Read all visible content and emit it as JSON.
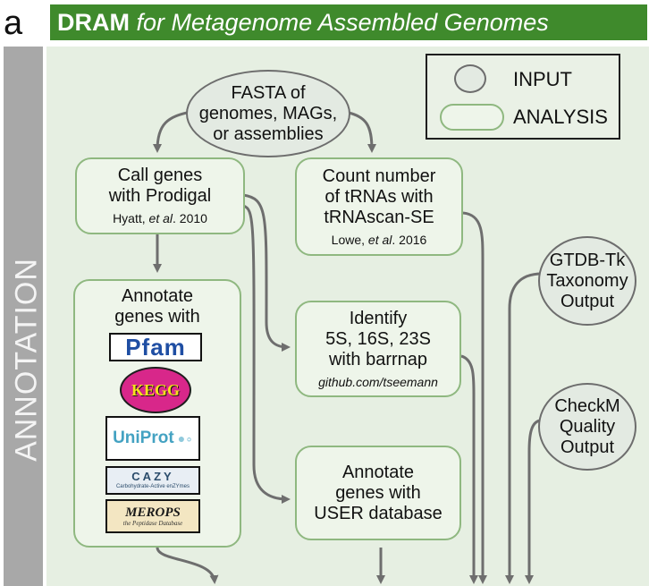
{
  "panel_letter": "a",
  "title": {
    "bold": "DRAM",
    "italic": "for Metagenome Assembled Genomes"
  },
  "side_label": "ANNOTATION",
  "legend": {
    "input": "INPUT",
    "analysis": "ANALYSIS"
  },
  "nodes": {
    "fasta": {
      "lines": [
        "FASTA of",
        "genomes, MAGs,",
        "or assemblies"
      ]
    },
    "prodigal": {
      "lines": [
        "Call genes",
        "with Prodigal"
      ],
      "cite_pre": "Hyatt, ",
      "cite_em": "et al",
      "cite_post": ". 2010"
    },
    "trna": {
      "lines": [
        "Count number",
        "of tRNAs with",
        "tRNAscan-SE"
      ],
      "cite_pre": "Lowe, ",
      "cite_em": "et al",
      "cite_post": ". 2016"
    },
    "annotate": {
      "lines": [
        "Annotate",
        "genes with"
      ]
    },
    "barrnap": {
      "lines": [
        "Identify",
        "5S, 16S, 23S",
        "with barrnap"
      ],
      "cite_em": "github.com/tseemann"
    },
    "user_db": {
      "lines": [
        "Annotate",
        "genes with",
        "USER database"
      ]
    },
    "gtdb": {
      "lines": [
        "GTDB-Tk",
        "Taxonomy",
        "Output"
      ]
    },
    "checkm": {
      "lines": [
        "CheckM",
        "Quality",
        "Output"
      ]
    }
  },
  "databases": {
    "pfam": "Pfam",
    "kegg": "KEGG",
    "uniprot": "UniProt",
    "cazy": "CAZY",
    "cazy_sub": "Carbohydrate-Active enZYmes",
    "merops": "MEROPS",
    "merops_sub": "the Peptidase Database"
  },
  "colors": {
    "title_green": "#3f8a2c",
    "panel_bg": "#e6efe2",
    "box_border": "#8fb880",
    "arrow": "#6e6e6e",
    "side_bar": "#a8a8a8"
  }
}
